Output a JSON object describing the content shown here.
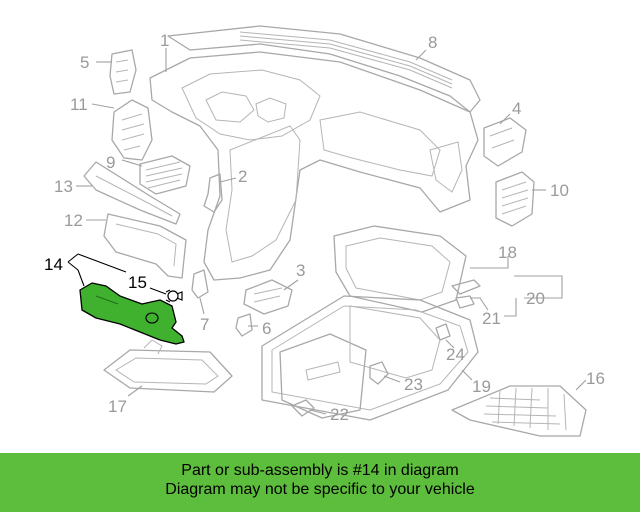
{
  "diagram": {
    "callouts": [
      {
        "id": "c1",
        "label": "1"
      },
      {
        "id": "c2",
        "label": "2"
      },
      {
        "id": "c3",
        "label": "3"
      },
      {
        "id": "c4",
        "label": "4"
      },
      {
        "id": "c5",
        "label": "5"
      },
      {
        "id": "c6",
        "label": "6"
      },
      {
        "id": "c7",
        "label": "7"
      },
      {
        "id": "c8",
        "label": "8"
      },
      {
        "id": "c9",
        "label": "9"
      },
      {
        "id": "c10",
        "label": "10"
      },
      {
        "id": "c11",
        "label": "11"
      },
      {
        "id": "c12",
        "label": "12"
      },
      {
        "id": "c13",
        "label": "13"
      },
      {
        "id": "c14",
        "label": "14"
      },
      {
        "id": "c15",
        "label": "15"
      },
      {
        "id": "c16",
        "label": "16"
      },
      {
        "id": "c17",
        "label": "17"
      },
      {
        "id": "c18",
        "label": "18"
      },
      {
        "id": "c19",
        "label": "19"
      },
      {
        "id": "c20",
        "label": "20"
      },
      {
        "id": "c21",
        "label": "21"
      },
      {
        "id": "c22",
        "label": "22"
      },
      {
        "id": "c23",
        "label": "23"
      },
      {
        "id": "c24",
        "label": "24"
      }
    ],
    "highlight_part": "14",
    "highlight_color": "#3fb12f"
  },
  "banner": {
    "line1": "Part or sub-assembly is #14 in diagram",
    "line2": "Diagram may not be specific to your vehicle",
    "background": "#5dbd3c"
  }
}
